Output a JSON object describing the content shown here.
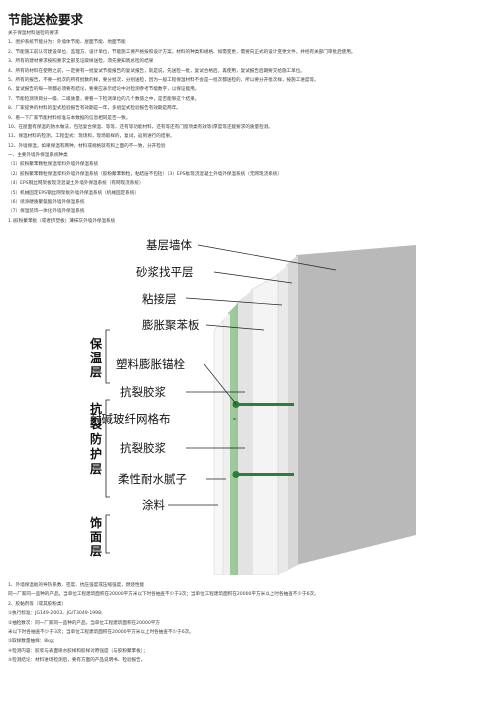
{
  "title": "节能送检要求",
  "lines_top": [
    "关于保温材料送检的要求",
    "1、围护系统节能分为：外墙体节能、屋面节能、地面节能",
    "2、节能施工前认可建设单位、监理方、设计单位，节能施工要严格按照设计方案，材料的种类和规格、如需变更，需要向正式的设计变更文件，并经有关部门审批后使用。",
    "3、所有的建材要求按照要求全部见证取样送检，须先要知晓总检的结果",
    "4、所有的材料在使用之前，一定要有一批复试节能报告的复试报告，就是说，先送检一批，复试合格后，再使用，复试报告后期要交给施工单位。",
    "5、所有的报告，不要一批次的所有批数的样，要分批次，分别送检，因为一般工程保温材料不会是一批次都送检的，所以要分开批次样，按施工进度等。",
    "6、复试报告的每一项都必须要有结论，要要应表示结论中对检测参考节能数字，以保证能用。",
    "7、节能检测项目分一级、二级质量，要看一下检测单位的几个数值之中，是否能够这个结果。",
    "8、厂家提供的材料的型式检验报告有效期是一年，多组型式检验报告有效期是两年。",
    "9、看一下厂家节能材料标准与本数据的信息相同是否一致。",
    "10、在屋面有保温的防水做法，包括复合保温、等等，还有等功能材料，还有等还有门窗项类有效等(厚度等还能要求的质量检测。",
    "11、保温材料的检测，工程型式：现场和，现场取样的，复试，返到进行的结果。",
    "12、外墙保温，如果保温有两种，材料或规格就有和上面的不一致，分开检验",
    "一、主要外墙外保温系统种类",
    "（1）胶粉聚苯颗粒保温浆料外墙外保温系统",
    "（2）胶粉聚苯颗粒保温浆料外墙外保温系统（胶粉聚苯颗粒，粘结层不包括）（3）EPS板现浇混凝土外墙外保温系统（无网现浇系统）",
    "（4）EPS钢丝网架板现浇混凝土外墙外保温系统（有网现浇系统）",
    "（5）机械固定EPS钢丝网架板外墙外保温系统（机械固定系统）",
    "（6）喷涂硬质聚氨酯外墙外保温系统",
    "（7）保温装饰一体化外墙外保温系统",
    "1.)胶粉聚苯板（或者挤塑板）薄抹灰外墙外保温系统"
  ],
  "figure": {
    "labels": [
      "基层墙体",
      "砂浆找平层",
      "粘接层",
      "膨胀聚苯板",
      "塑料膨胀锚栓",
      "抗裂胶浆",
      "耐碱玻纤网格布",
      "抗裂胶浆",
      "柔性耐水腻子",
      "涂料"
    ],
    "groups": [
      "保温层",
      "抗裂防护层",
      "饰面层"
    ],
    "colors": {
      "accent": "#1f6fd6",
      "mesh": "#3a8f3a",
      "leader": "#222222"
    }
  },
  "lines_bottom": [
    "1、外墙保温板的导热系数、密度、抗压强度或压缩强度，燃烧性能",
    "同一厂家同一品种的产品，当单位工程建筑面积在20000平方米以下时各抽查不少于3次；当单位工程建筑面积在20000平方米以上时各抽查不少于6次。",
    "2、胶黏剂等（或其胶粉类）",
    "①执行标准：JG149-2003、JG/T3049-1998;",
    "②抽检数次：同一厂家同一品种的产品，当单位工程建筑面积在20000平方",
    "米以下时各抽查不少于3次；当单位工程建筑面积在20000平方米以上时各抽查不少于6次。",
    "③取样数量抽样：8kg;",
    "④检测内容：胶浆与表面喷水胶样和胶样对原强度（与胶粉聚苯板）；",
    "⑤检测结论：材料进场检测后，要有方面的产品说明书、检验报告。"
  ]
}
